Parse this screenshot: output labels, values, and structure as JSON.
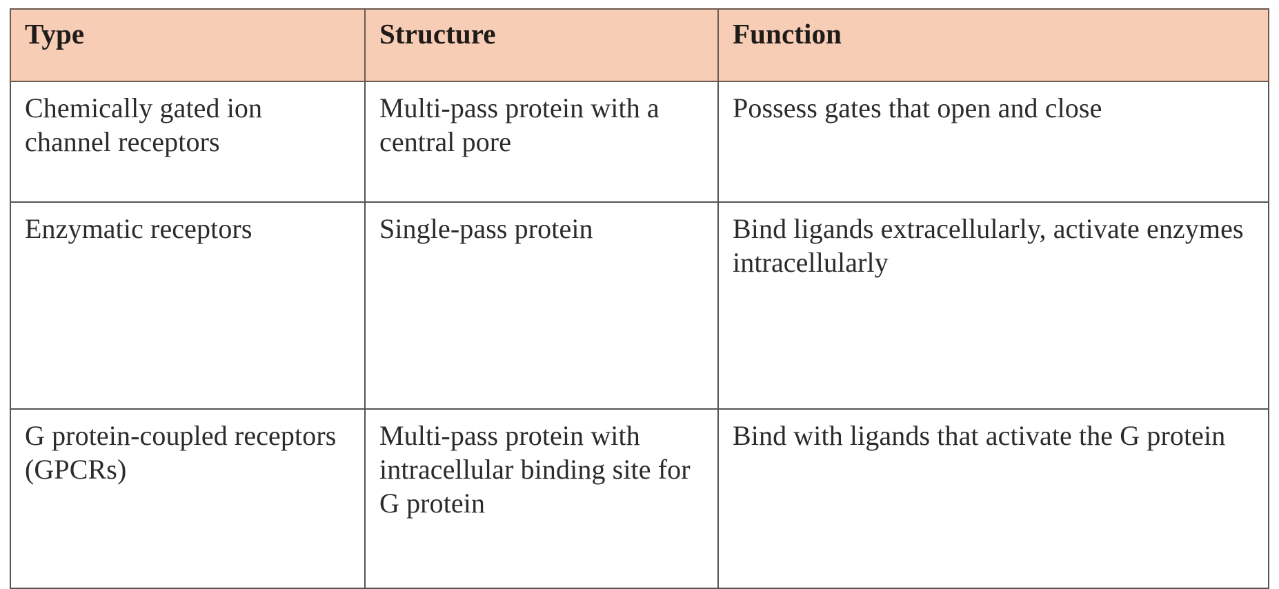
{
  "table": {
    "accent_header_bg": "#F7CDB5",
    "border_color": "#545454",
    "text_color": "#2B2B2B",
    "columns": [
      {
        "key": "type",
        "label": "Type"
      },
      {
        "key": "structure",
        "label": "Structure"
      },
      {
        "key": "function",
        "label": "Function"
      }
    ],
    "rows": [
      {
        "type": "Chemically gated ion channel receptors",
        "structure": "Multi-pass protein with a central pore",
        "function": "Possess gates that open and close"
      },
      {
        "type": "Enzymatic receptors",
        "structure": "Single-pass protein",
        "function": "Bind ligands extracellularly, activate enzymes intracellularly"
      },
      {
        "type": "G protein-coupled receptors (GPCRs)",
        "structure": "Multi-pass protein with intracellular binding site for G protein",
        "function": "Bind with ligands that activate the G protein"
      }
    ]
  }
}
